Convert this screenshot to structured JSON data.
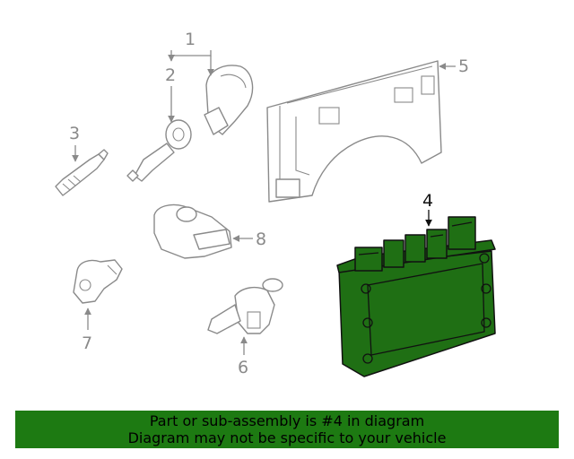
{
  "callouts": {
    "c1": "1",
    "c2": "2",
    "c3": "3",
    "c4": "4",
    "c5": "5",
    "c6": "6",
    "c7": "7",
    "c8": "8"
  },
  "highlighted_part": "4",
  "colors": {
    "highlight_fill": "#1f6f14",
    "banner_bg": "#1d7a12",
    "line_gray": "#8a8a8a"
  },
  "banner": {
    "line1": "Part or sub-assembly is #4 in diagram",
    "line2": "Diagram may not be specific to your vehicle"
  }
}
